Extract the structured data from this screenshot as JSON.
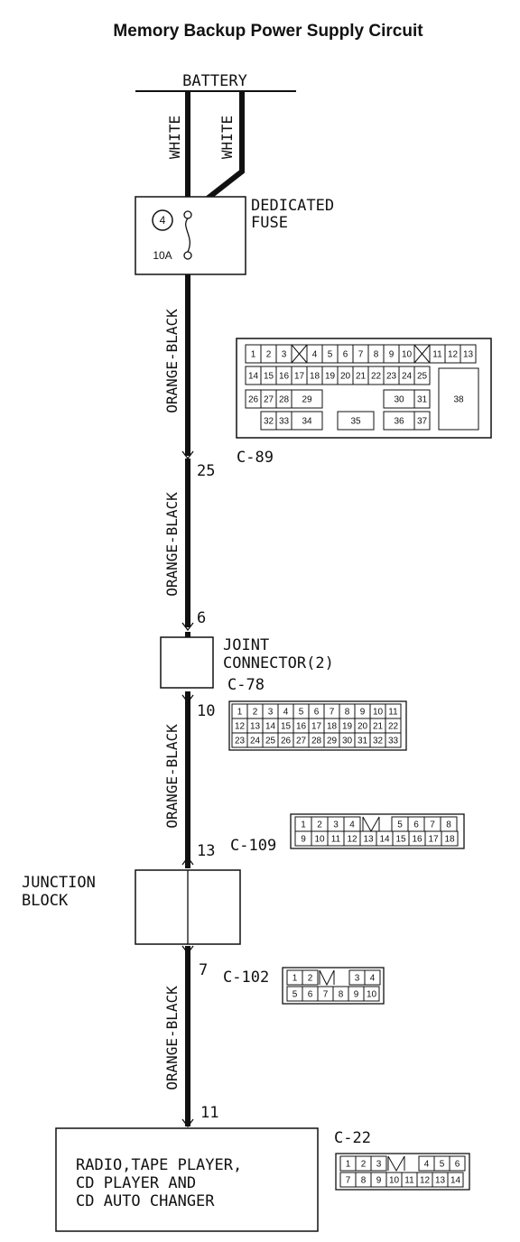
{
  "title": "Memory Backup Power Supply Circuit",
  "battery": "BATTERY",
  "wires": {
    "white_left": "WHITE",
    "white_right": "WHITE",
    "ob1": "ORANGE-BLACK",
    "ob2": "ORANGE-BLACK",
    "ob3": "ORANGE-BLACK",
    "ob4": "ORANGE-BLACK"
  },
  "fuse": {
    "number": "4",
    "rating": "10A",
    "label_line1": "DEDICATED",
    "label_line2": "FUSE"
  },
  "pins": {
    "p25": "25",
    "p6": "6",
    "p10": "10",
    "p13": "13",
    "p7": "7",
    "p11": "11"
  },
  "connectors": {
    "c89": "C-89",
    "c78": "C-78",
    "c109": "C-109",
    "c102": "C-102",
    "c22": "C-22"
  },
  "joint": {
    "line1": "JOINT",
    "line2": "CONNECTOR(2)"
  },
  "junction": {
    "line1": "JUNCTION",
    "line2": "BLOCK"
  },
  "radio": {
    "line1": "RADIO,TAPE PLAYER,",
    "line2": "CD PLAYER AND",
    "line3": "CD AUTO CHANGER"
  },
  "c89_pins": {
    "row1": [
      "1",
      "2",
      "3",
      "4",
      "5",
      "6",
      "7",
      "8",
      "9",
      "10",
      "11",
      "12",
      "13"
    ],
    "row2": [
      "14",
      "15",
      "16",
      "17",
      "18",
      "19",
      "20",
      "21",
      "22",
      "23",
      "24",
      "25"
    ],
    "row3": [
      "26",
      "27",
      "28",
      "29",
      "30",
      "31",
      "38"
    ],
    "row4": [
      "32",
      "33",
      "34",
      "35",
      "36",
      "37"
    ]
  },
  "c78_pins": {
    "row1": [
      "1",
      "2",
      "3",
      "4",
      "5",
      "6",
      "7",
      "8",
      "9",
      "10",
      "11"
    ],
    "row2": [
      "12",
      "13",
      "14",
      "15",
      "16",
      "17",
      "18",
      "19",
      "20",
      "21",
      "22"
    ],
    "row3": [
      "23",
      "24",
      "25",
      "26",
      "27",
      "28",
      "29",
      "30",
      "31",
      "32",
      "33"
    ]
  },
  "c109_pins": {
    "row1": [
      "1",
      "2",
      "3",
      "4",
      "5",
      "6",
      "7",
      "8"
    ],
    "row2": [
      "9",
      "10",
      "11",
      "12",
      "13",
      "14",
      "15",
      "16",
      "17",
      "18"
    ]
  },
  "c102_pins": {
    "row1": [
      "1",
      "2",
      "3",
      "4"
    ],
    "row2": [
      "5",
      "6",
      "7",
      "8",
      "9",
      "10"
    ]
  },
  "c22_pins": {
    "row1": [
      "1",
      "2",
      "3",
      "4",
      "5",
      "6"
    ],
    "row2": [
      "7",
      "8",
      "9",
      "10",
      "11",
      "12",
      "13",
      "14"
    ]
  }
}
